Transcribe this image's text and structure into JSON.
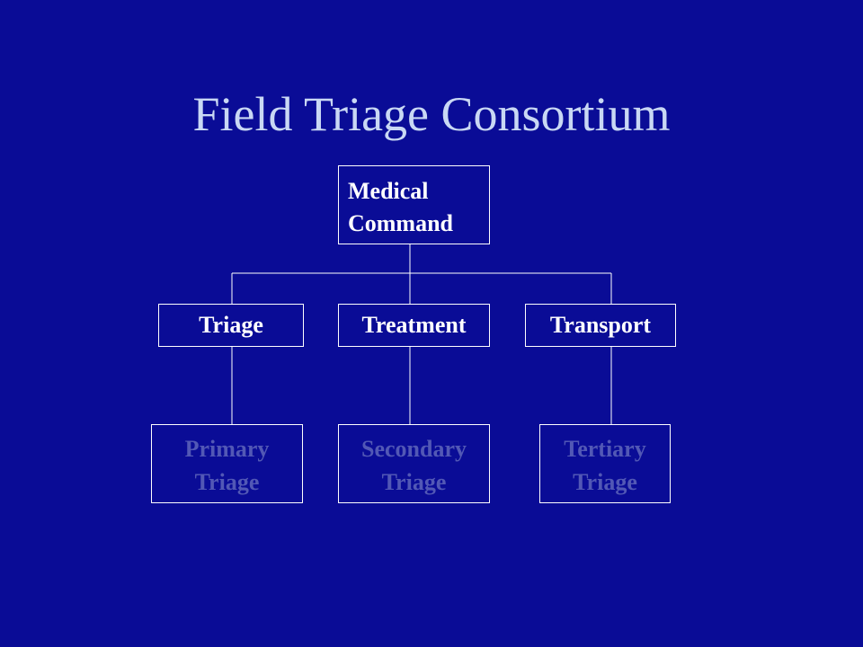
{
  "slide": {
    "title": "Field Triage Consortium",
    "colors": {
      "background": "#0a0c96",
      "title": "#c9d8f4",
      "box_border": "#ffffff",
      "active_text": "#ffffff",
      "dimmed_text": "#5258b5"
    }
  },
  "org_chart": {
    "root": {
      "line1": "Medical",
      "line2": "Command"
    },
    "branches": [
      {
        "label": "Triage"
      },
      {
        "label": "Treatment"
      },
      {
        "label": "Transport"
      }
    ],
    "leaves": [
      {
        "line1": "Primary",
        "line2": "Triage"
      },
      {
        "line1": "Secondary",
        "line2": "Triage"
      },
      {
        "line1": "Tertiary",
        "line2": "Triage"
      }
    ]
  }
}
